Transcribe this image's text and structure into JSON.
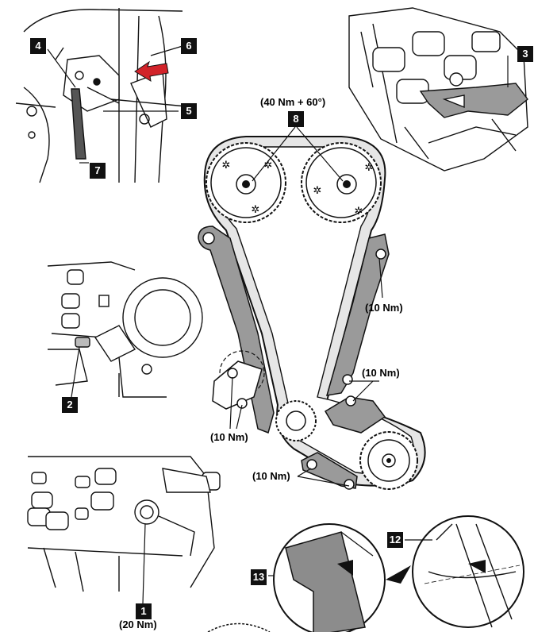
{
  "callouts": {
    "c1": "1",
    "c2": "2",
    "c3": "3",
    "c4": "4",
    "c5": "5",
    "c6": "6",
    "c7": "7",
    "c8": "8",
    "c12": "12",
    "c13": "13"
  },
  "torques": {
    "camshaft_sprockets": "(40 Nm + 60°)",
    "guide_upper": "(10 Nm)",
    "guide_lower": "(10 Nm)",
    "tensioner_left": "(10 Nm)",
    "bottom_guide": "(10 Nm)",
    "crank_bolt": "(20 Nm)"
  },
  "colors": {
    "ink": "#111111",
    "arrow_red": "#d2232a",
    "chain_fill": "#e6e6e6",
    "guide_fill": "#9a9a9a",
    "callout_bg": "#111111",
    "magnifier_fill": "#8c8c8c"
  }
}
